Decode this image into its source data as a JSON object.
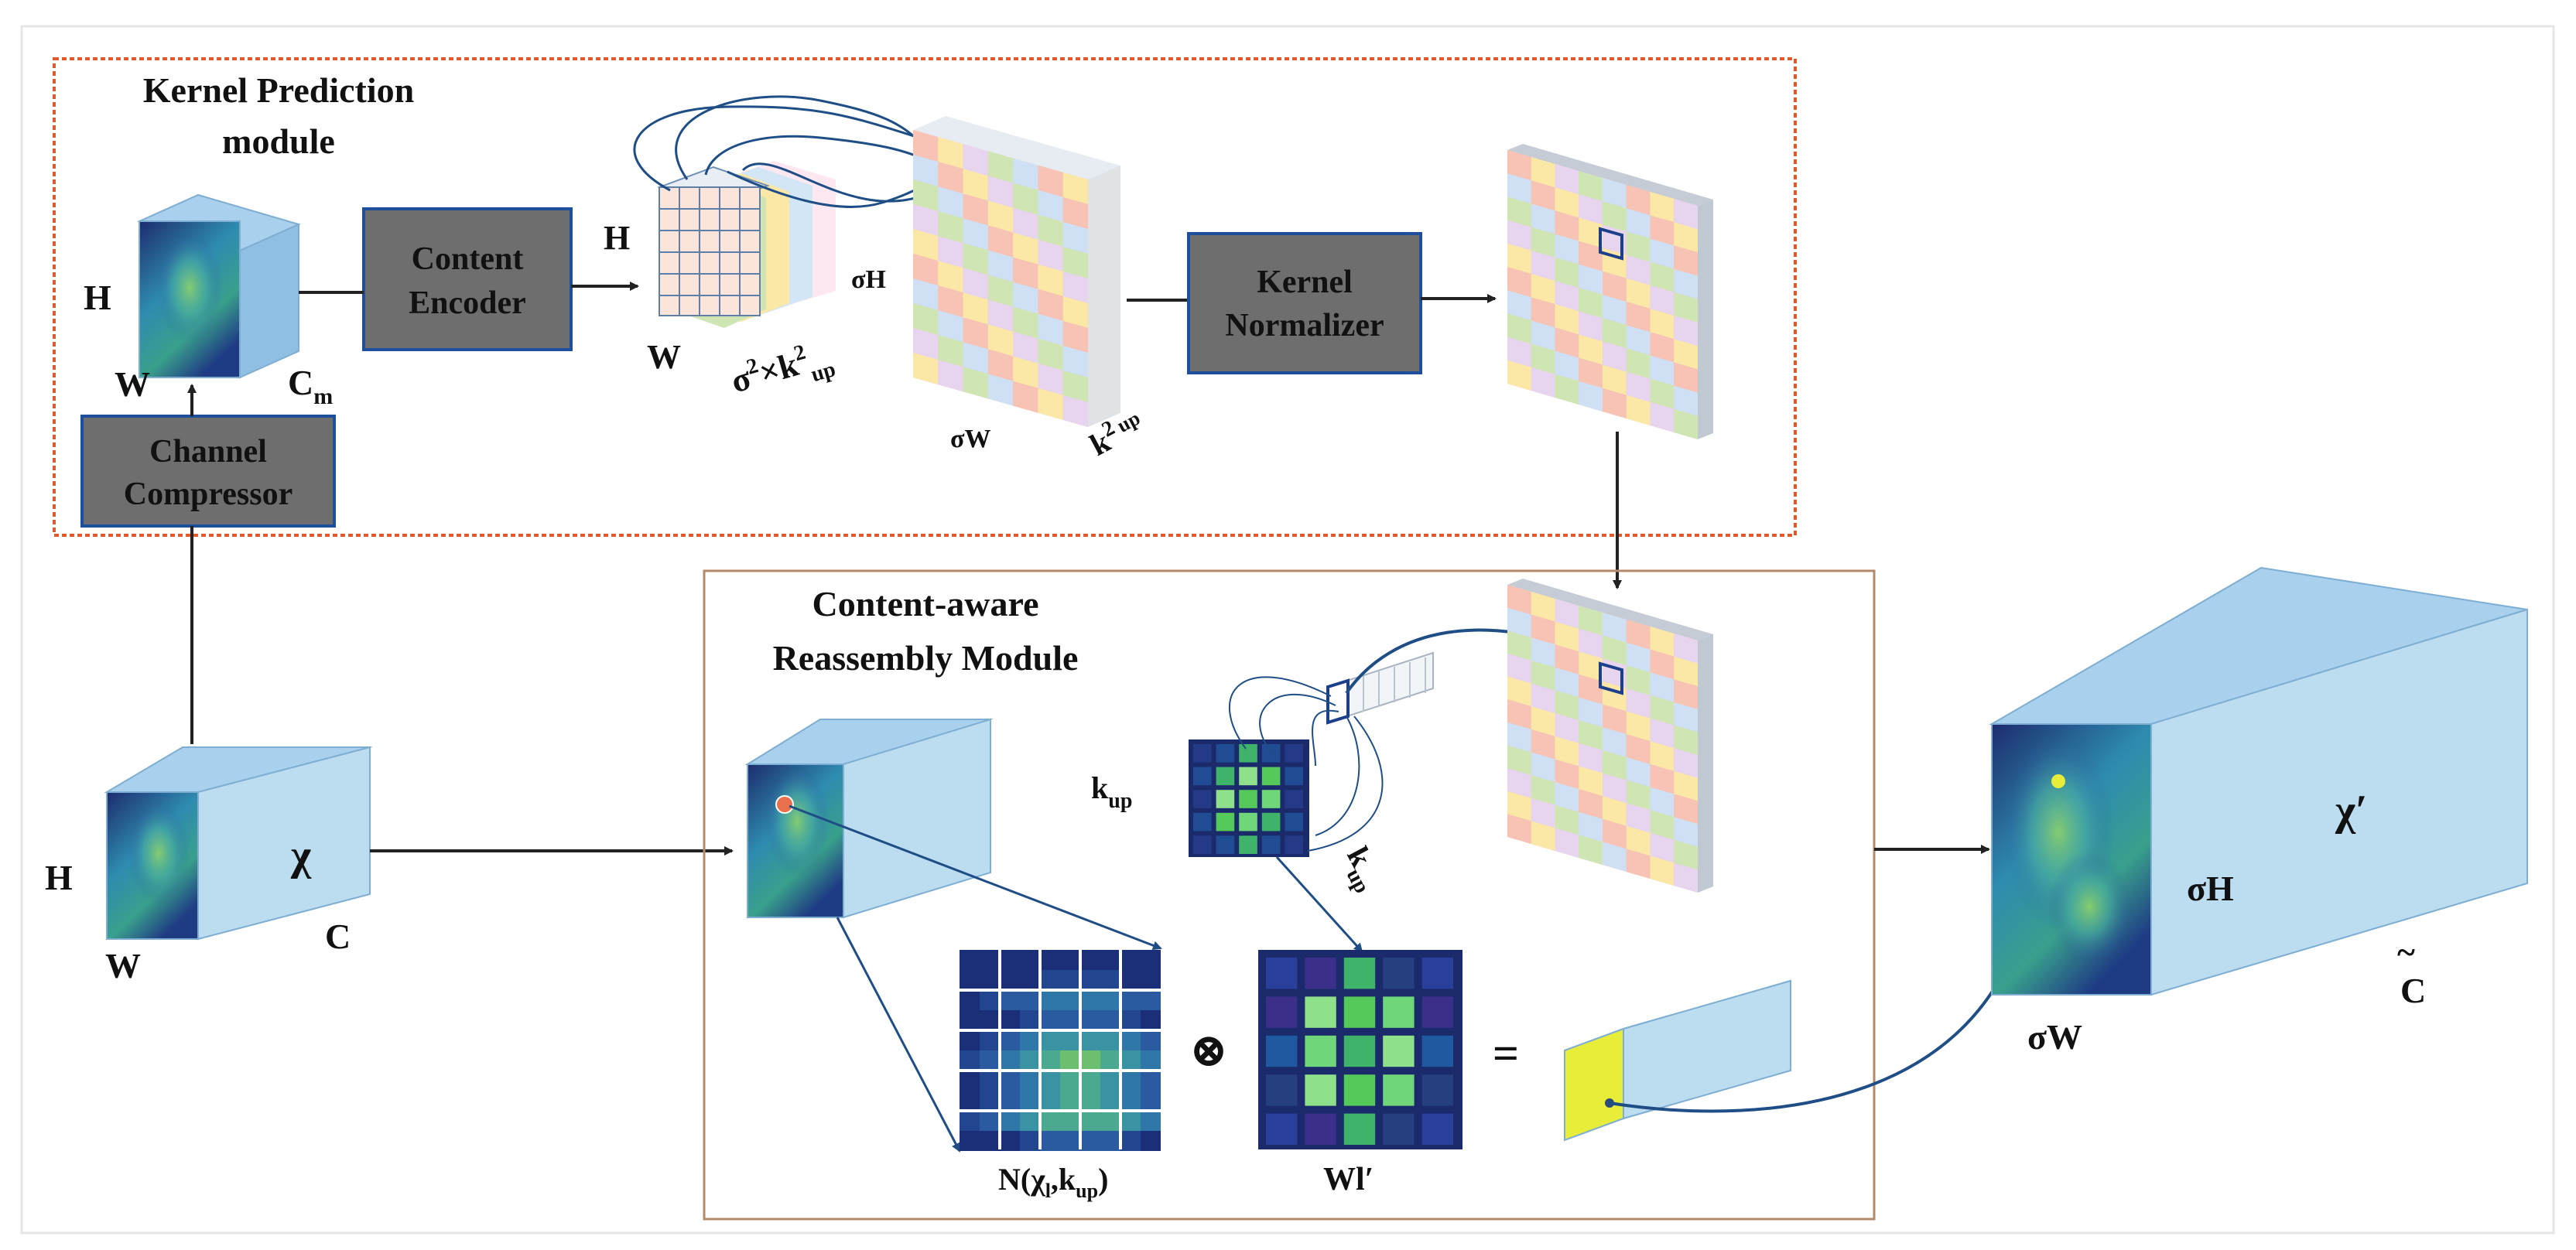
{
  "kernel_module": {
    "title_line1": "Kernel Prediction",
    "title_line2": "module",
    "content_encoder_line1": "Content",
    "content_encoder_line2": "Encoder",
    "kernel_normalizer_line1": "Kernel",
    "kernel_normalizer_line2": "Normalizer",
    "channel_compressor_line1": "Channel",
    "channel_compressor_line2": "Compressor",
    "cube_h": "H",
    "cube_w": "W",
    "cube_c": "C",
    "cube_c_sub": "m",
    "grid_h": "H",
    "grid_w": "W",
    "grid_depth_base": "σ",
    "grid_depth_sup1": "2",
    "grid_depth_mid": "×k",
    "grid_depth_sup2": "2",
    "grid_depth_sub": "up",
    "kernel_sigma_h": "σH",
    "kernel_sigma_w": "σW",
    "kernel_k_base": "k",
    "kernel_k_sup": "2",
    "kernel_k_sub": "up"
  },
  "input": {
    "h": "H",
    "w": "W",
    "chi": "χ",
    "c": "C"
  },
  "reassembly_module": {
    "title_line1": "Content-aware",
    "title_line2": "Reassembly Module",
    "kup_left": "k",
    "kup_left_sub": "up",
    "kup_bottom": "k",
    "kup_bottom_sub": "up",
    "neigh_label_pre": "N(χ",
    "neigh_label_sub_l": "l",
    "neigh_label_mid": ",k",
    "neigh_label_sub_up": "up",
    "neigh_label_post": ")",
    "otimes": "⊗",
    "equals": "=",
    "weight_label": "Wl′"
  },
  "output": {
    "chi_prime": "χ′",
    "sigma_h": "σH",
    "sigma_w": "σW",
    "c_tilde": "C",
    "tilde_mark": "~"
  },
  "colors": {
    "kernel_border": "#e05a2b",
    "reassembly_border": "#b58a6a",
    "gray_box": "#6e6e6e",
    "box_border": "#1e4f9c",
    "cube_face": "#bcdcf0",
    "cube_top": "#a9d0ec",
    "cube_side": "#8fc0e4",
    "feature_dark": "#1d2b6e",
    "feature_mid": "#2e8bb0",
    "feature_light": "#66c85a",
    "check_colors": [
      "#f6c3b5",
      "#cfe6b4",
      "#fbe7a6",
      "#cfe0f4",
      "#e7d5ef"
    ]
  }
}
